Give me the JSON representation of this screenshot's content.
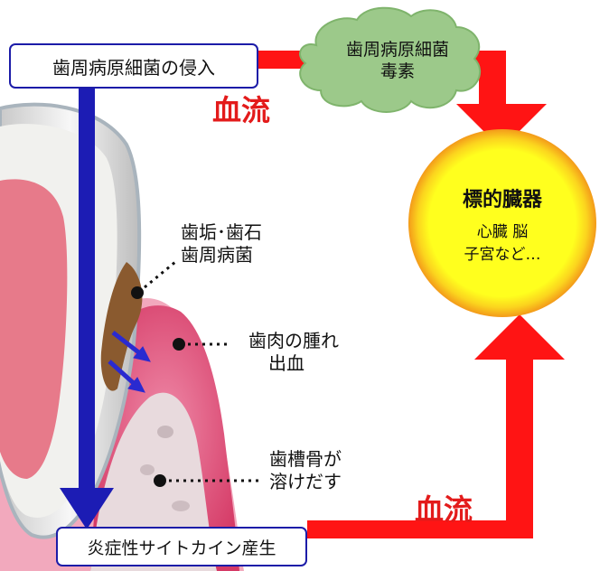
{
  "top_box": {
    "text": "歯周病原細菌の侵入"
  },
  "toxin_cloud": {
    "line1": "歯周病原細菌",
    "line2": "毒素"
  },
  "blood_flow_top": "血流",
  "blood_flow_bottom": "血流",
  "target_organ": {
    "title": "標的臓器",
    "line1": "心臓 脳",
    "line2": "子宮など…"
  },
  "label_plaque": {
    "line1": "歯垢･歯石",
    "line2": "歯周病菌"
  },
  "label_gum": {
    "line1": "歯肉の腫れ",
    "line2": "出血"
  },
  "label_bone": {
    "line1": "歯槽骨が",
    "line2": "溶けだす"
  },
  "bottom_box": {
    "text": "炎症性サイトカイン産生"
  },
  "colors": {
    "arrow_red": "#ff1414",
    "arrow_blue": "#1c1cb4",
    "gum_pink": "#e0507a",
    "circle_yellow": "#ffff1e",
    "circle_orange": "#f7a31c",
    "cloud_green": "#9cc98a"
  }
}
